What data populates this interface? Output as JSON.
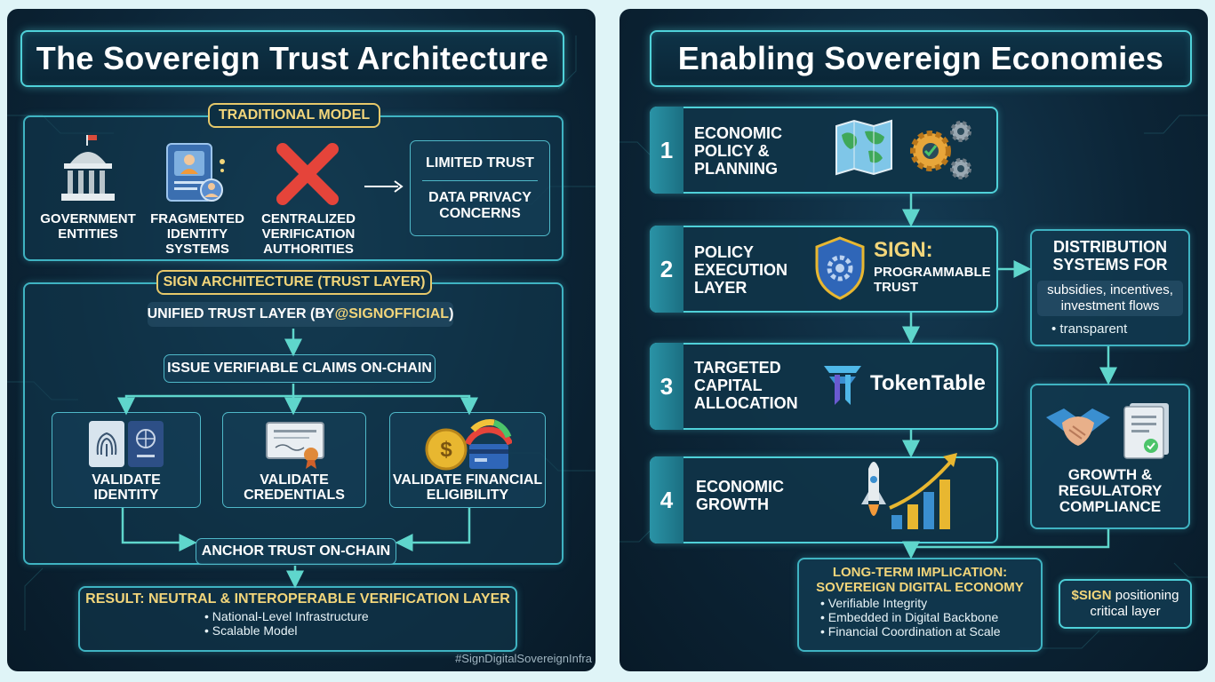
{
  "left": {
    "title": "The Sovereign Trust Architecture",
    "traditional": {
      "heading": "TRADITIONAL MODEL",
      "items": [
        {
          "label": "GOVERNMENT\nENTITIES"
        },
        {
          "label": "FRAGMENTED\nIDENTITY\nSYSTEMS"
        },
        {
          "label": "CENTRALIZED\nVERIFICATION\nAUTHORITIES"
        }
      ],
      "outcome_top": "LIMITED TRUST",
      "outcome_bottom": "DATA PRIVACY\nCONCERNS"
    },
    "sign": {
      "heading": "SIGN ARCHITECTURE (TRUST LAYER)",
      "unified_prefix": "UNIFIED TRUST LAYER (BY ",
      "unified_handle": "@SIGNOFFICIAL",
      "unified_suffix": ")",
      "issue": "ISSUE VERIFIABLE CLAIMS ON-CHAIN",
      "validations": [
        {
          "label": "VALIDATE\nIDENTITY"
        },
        {
          "label": "VALIDATE\nCREDENTIALS"
        },
        {
          "label": "VALIDATE FINANCIAL\nELIGIBILITY"
        }
      ],
      "anchor": "ANCHOR TRUST ON-CHAIN"
    },
    "result": {
      "heading": "RESULT: NEUTRAL & INTEROPERABLE VERIFICATION LAYER",
      "bullets": [
        "National-Level Infrastructure",
        "Scalable Model"
      ]
    },
    "hashtag": "#SignDigitalSovereignInfra"
  },
  "right": {
    "title": "Enabling Sovereign Economies",
    "steps": [
      {
        "num": "1",
        "label": "ECONOMIC\nPOLICY &\nPLANNING"
      },
      {
        "num": "2",
        "label": "POLICY\nEXECUTION\nLAYER",
        "brand": "SIGN:",
        "brand_sub": "PROGRAMMABLE\nTRUST"
      },
      {
        "num": "3",
        "label": "TARGETED\nCAPITAL\nALLOCATION",
        "brand": "TokenTable"
      },
      {
        "num": "4",
        "label": "ECONOMIC\nGROWTH"
      }
    ],
    "distribution": {
      "heading": "DISTRIBUTION\nSYSTEMS FOR",
      "detail": "subsidies, incentives,\ninvestment flows",
      "bullet": "transparent"
    },
    "compliance": {
      "label": "GROWTH &\nREGULATORY\nCOMPLIANCE"
    },
    "implication": {
      "heading": "LONG-TERM IMPLICATION:\nSOVEREIGN DIGITAL ECONOMY",
      "bullets": [
        "Verifiable Integrity",
        "Embedded in Digital Backbone",
        "Financial Coordination at Scale"
      ]
    },
    "sign_badge": {
      "ticker": "$SIGN",
      "text": " positioning\ncritical layer"
    }
  },
  "colors": {
    "accent_teal": "#4fd1d9",
    "gold": "#e6c86a",
    "arrow_teal": "#5fd6cc",
    "background": "#0c2537"
  }
}
